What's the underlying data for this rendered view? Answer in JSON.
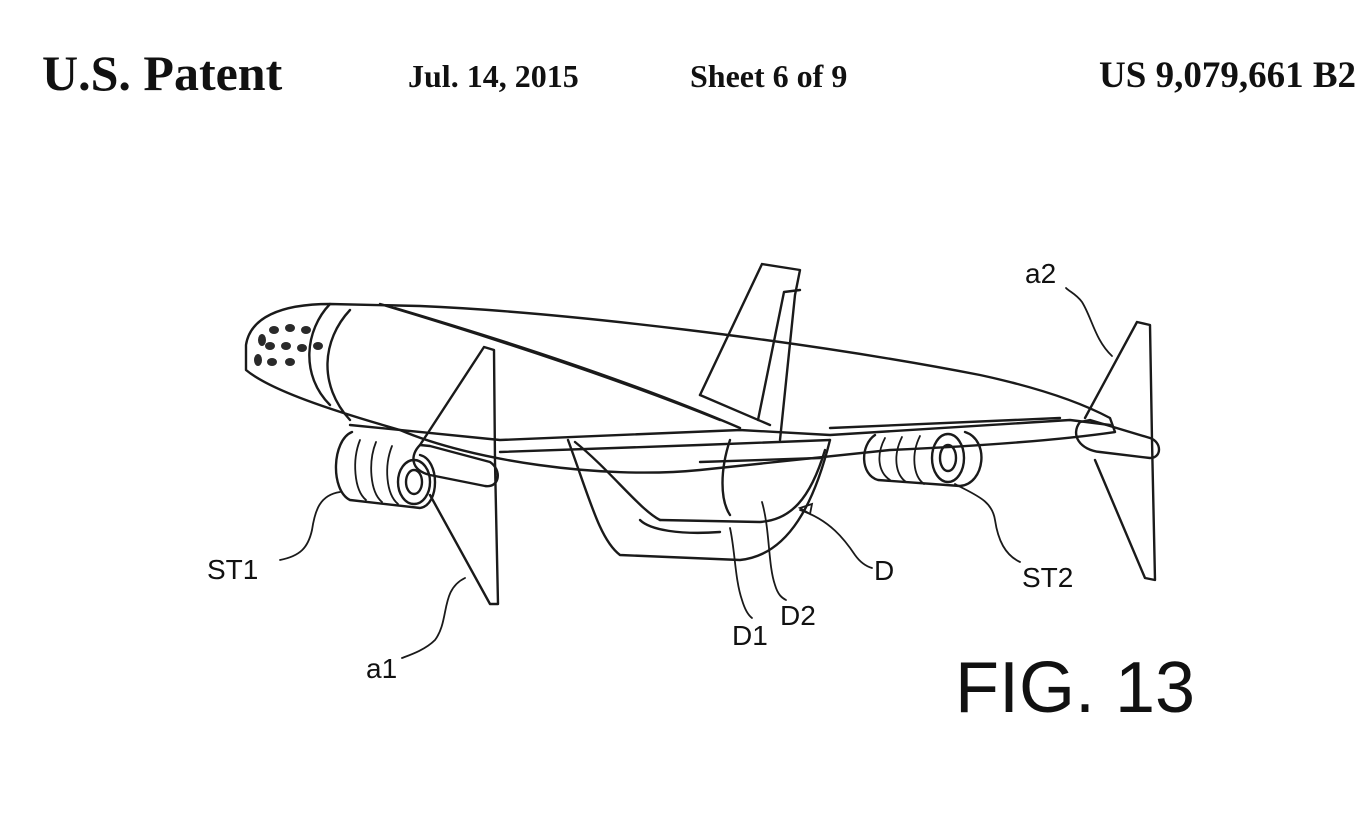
{
  "header": {
    "publication": "U.S. Patent",
    "date": "Jul. 14, 2015",
    "sheet": "Sheet 6 of 9",
    "patent_number": "US 9,079,661 B2"
  },
  "figure": {
    "caption": "FIG. 13",
    "labels": {
      "a1": "a1",
      "a2": "a2",
      "st1": "ST1",
      "st2": "ST2",
      "d": "D",
      "d1": "D1",
      "d2": "D2"
    }
  }
}
